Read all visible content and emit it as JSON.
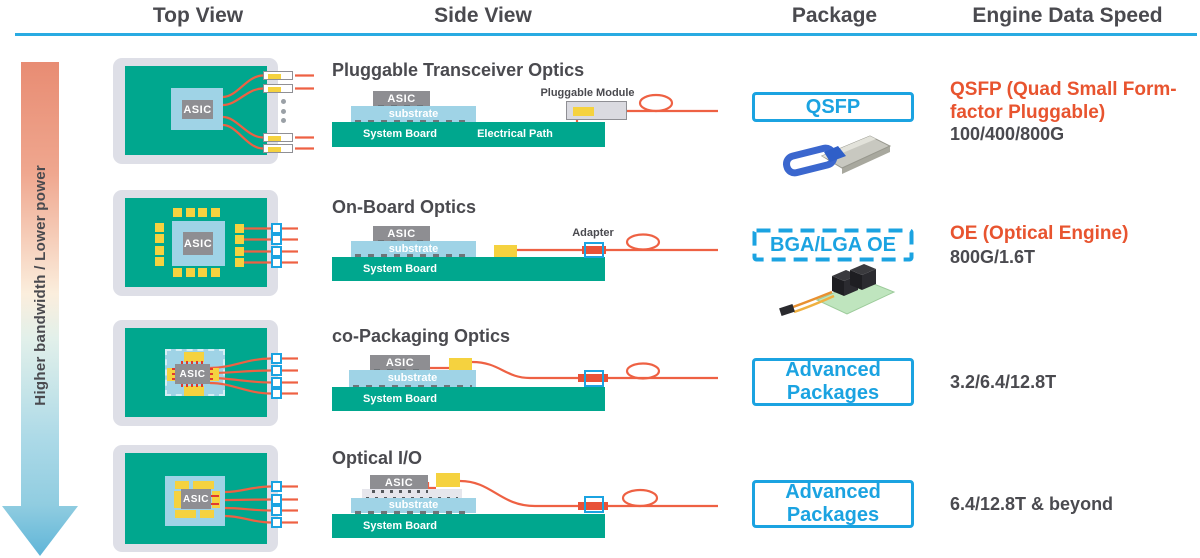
{
  "header": {
    "columns": [
      {
        "label": "Top View"
      },
      {
        "label": "Side View"
      },
      {
        "label": "Package"
      },
      {
        "label": "Engine Data Speed"
      }
    ],
    "divider_color": "#29ABE2"
  },
  "arrow": {
    "label": "Higher bandwidth / Lower power"
  },
  "shared_labels": {
    "asic": "ASIC",
    "substrate": "substrate",
    "system_board": "System Board"
  },
  "rows": [
    {
      "title": "Pluggable Transceiver Optics",
      "side_labels": {
        "electrical_path": "Electrical Path",
        "pluggable_module": "Pluggable Module"
      },
      "package": {
        "label": "QSFP",
        "border": "solid",
        "photo": "qsfp-transceiver-photo"
      },
      "speed": {
        "heading": "QSFP (Quad Small Form-factor Pluggable)",
        "value": "100/400/800G"
      }
    },
    {
      "title": "On-Board Optics",
      "side_labels": {
        "adapter": "Adapter"
      },
      "package": {
        "label": "BGA/LGA OE",
        "border": "dashed",
        "photo": "optical-engine-photo"
      },
      "speed": {
        "heading": "OE (Optical Engine)",
        "value": "800G/1.6T"
      }
    },
    {
      "title": "co-Packaging Optics",
      "package": {
        "label": "Advanced Packages",
        "border": "solid"
      },
      "speed": {
        "heading": "",
        "value": "3.2/6.4/12.8T"
      }
    },
    {
      "title": "Optical I/O",
      "package": {
        "label": "Advanced Packages",
        "border": "solid"
      },
      "speed": {
        "heading": "",
        "value": "6.4/12.8T & beyond"
      }
    }
  ],
  "colors": {
    "accent_blue": "#1BA3E1",
    "board_teal": "#00A78E",
    "fiber_orange": "#EE6143",
    "module_yellow": "#F5D23F",
    "speed_heading_orange": "#E8542F",
    "text_dark": "#4A4A4F"
  }
}
